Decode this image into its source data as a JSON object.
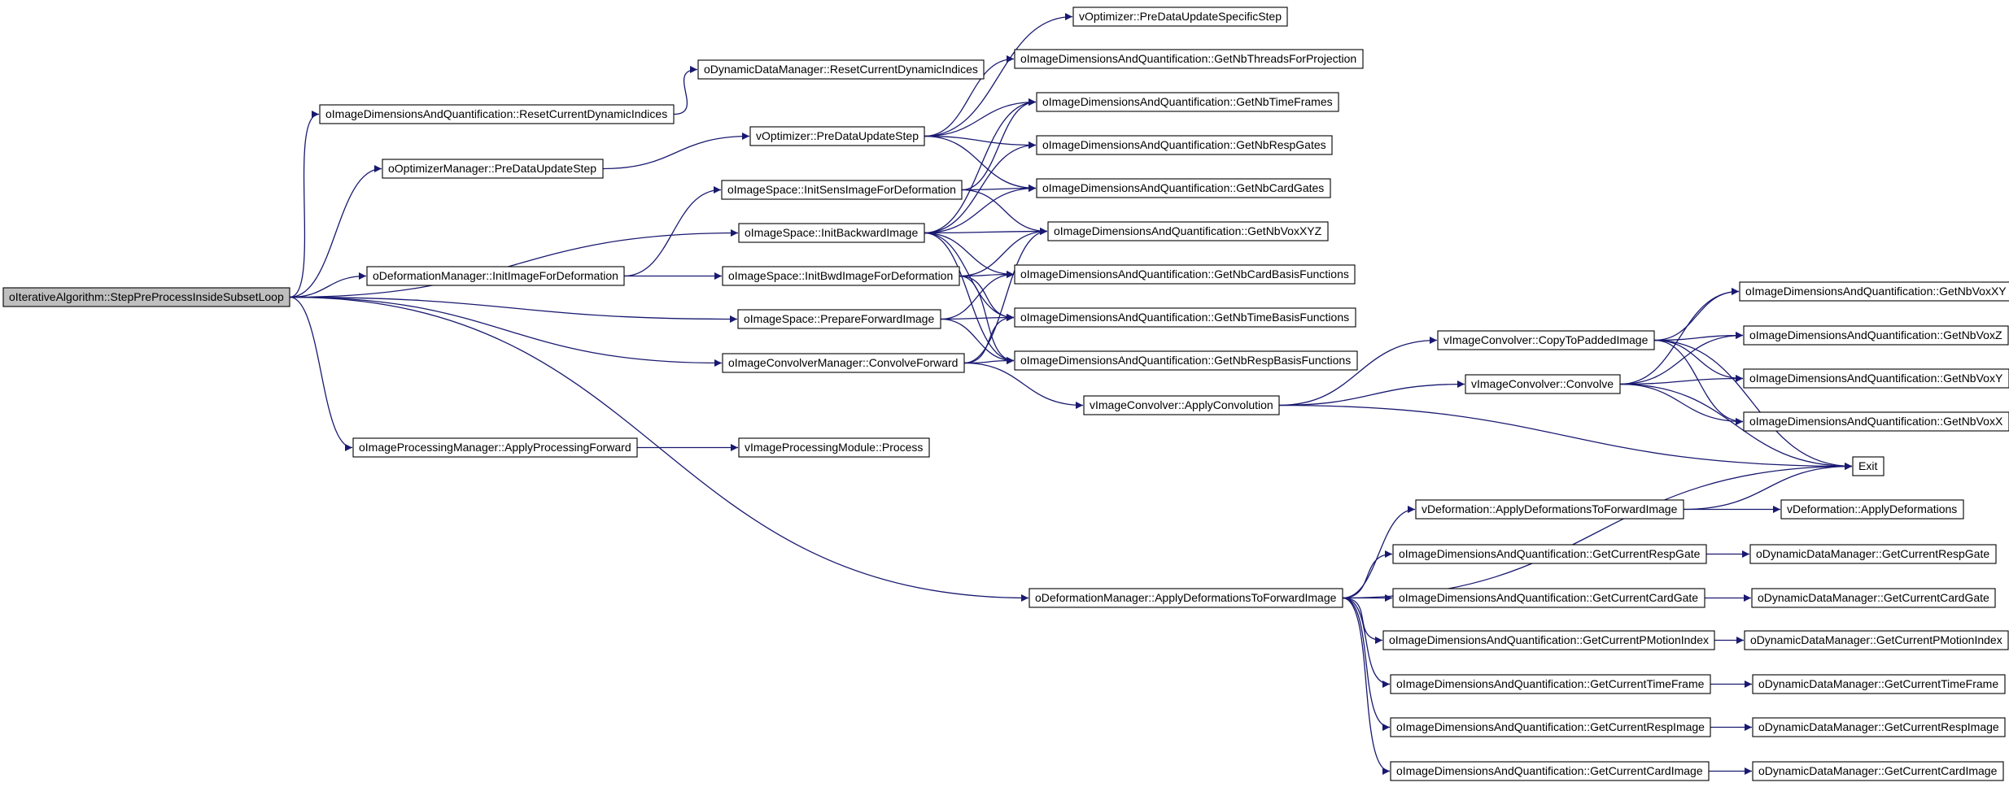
{
  "colors": {
    "edge": "#191970",
    "root_fill": "#bfbfbf",
    "node_fill": "#ffffff",
    "node_stroke": "#000000"
  },
  "nodes": [
    {
      "id": "root",
      "label": "oIterativeAlgorithm::StepPreProcessInsideSubsetLoop",
      "root": true
    },
    {
      "id": "rcdi",
      "label": "oImageDimensionsAndQuantification::ResetCurrentDynamicIndices"
    },
    {
      "id": "ddm_rc",
      "label": "oDynamicDataManager::ResetCurrentDynamicIndices"
    },
    {
      "id": "om_pre",
      "label": "oOptimizerManager::PreDataUpdateStep"
    },
    {
      "id": "vo_pre",
      "label": "vOptimizer::PreDataUpdateStep"
    },
    {
      "id": "vo_spec",
      "label": "vOptimizer::PreDataUpdateSpecificStep"
    },
    {
      "id": "is_sens",
      "label": "oImageSpace::InitSensImageForDeformation"
    },
    {
      "id": "is_back",
      "label": "oImageSpace::InitBackwardImage"
    },
    {
      "id": "dm_init",
      "label": "oDeformationManager::InitImageForDeformation"
    },
    {
      "id": "is_bwd",
      "label": "oImageSpace::InitBwdImageForDeformation"
    },
    {
      "id": "is_pfi",
      "label": "oImageSpace::PrepareForwardImage"
    },
    {
      "id": "icm_cf",
      "label": "oImageConvolverManager::ConvolveForward"
    },
    {
      "id": "ipm_apf",
      "label": "oImageProcessingManager::ApplyProcessingForward"
    },
    {
      "id": "vipm",
      "label": "vImageProcessingModule::Process"
    },
    {
      "id": "g_thr",
      "label": "oImageDimensionsAndQuantification::GetNbThreadsForProjection"
    },
    {
      "id": "g_tf",
      "label": "oImageDimensionsAndQuantification::GetNbTimeFrames"
    },
    {
      "id": "g_rg",
      "label": "oImageDimensionsAndQuantification::GetNbRespGates"
    },
    {
      "id": "g_cg",
      "label": "oImageDimensionsAndQuantification::GetNbCardGates"
    },
    {
      "id": "g_xyz",
      "label": "oImageDimensionsAndQuantification::GetNbVoxXYZ"
    },
    {
      "id": "g_cbf",
      "label": "oImageDimensionsAndQuantification::GetNbCardBasisFunctions"
    },
    {
      "id": "g_tbf",
      "label": "oImageDimensionsAndQuantification::GetNbTimeBasisFunctions"
    },
    {
      "id": "g_rbf",
      "label": "oImageDimensionsAndQuantification::GetNbRespBasisFunctions"
    },
    {
      "id": "vic_ac",
      "label": "vImageConvolver::ApplyConvolution"
    },
    {
      "id": "vic_cp",
      "label": "vImageConvolver::CopyToPaddedImage"
    },
    {
      "id": "vic_cv",
      "label": "vImageConvolver::Convolve"
    },
    {
      "id": "g_vxy",
      "label": "oImageDimensionsAndQuantification::GetNbVoxXY"
    },
    {
      "id": "g_vz",
      "label": "oImageDimensionsAndQuantification::GetNbVoxZ"
    },
    {
      "id": "g_vy",
      "label": "oImageDimensionsAndQuantification::GetNbVoxY"
    },
    {
      "id": "g_vx",
      "label": "oImageDimensionsAndQuantification::GetNbVoxX"
    },
    {
      "id": "exit",
      "label": "Exit"
    },
    {
      "id": "dm_adf",
      "label": "oDeformationManager::ApplyDeformationsToForwardImage"
    },
    {
      "id": "vd_adf",
      "label": "vDeformation::ApplyDeformationsToForwardImage"
    },
    {
      "id": "vd_ad",
      "label": "vDeformation::ApplyDeformations"
    },
    {
      "id": "c_rg",
      "label": "oImageDimensionsAndQuantification::GetCurrentRespGate"
    },
    {
      "id": "d_rg",
      "label": "oDynamicDataManager::GetCurrentRespGate"
    },
    {
      "id": "c_cg",
      "label": "oImageDimensionsAndQuantification::GetCurrentCardGate"
    },
    {
      "id": "d_cg",
      "label": "oDynamicDataManager::GetCurrentCardGate"
    },
    {
      "id": "c_pm",
      "label": "oImageDimensionsAndQuantification::GetCurrentPMotionIndex"
    },
    {
      "id": "d_pm",
      "label": "oDynamicDataManager::GetCurrentPMotionIndex"
    },
    {
      "id": "c_tf",
      "label": "oImageDimensionsAndQuantification::GetCurrentTimeFrame"
    },
    {
      "id": "d_tf",
      "label": "oDynamicDataManager::GetCurrentTimeFrame"
    },
    {
      "id": "c_ri",
      "label": "oImageDimensionsAndQuantification::GetCurrentRespImage"
    },
    {
      "id": "d_ri",
      "label": "oDynamicDataManager::GetCurrentRespImage"
    },
    {
      "id": "c_ci",
      "label": "oImageDimensionsAndQuantification::GetCurrentCardImage"
    },
    {
      "id": "d_ci",
      "label": "oDynamicDataManager::GetCurrentCardImage"
    }
  ],
  "edges": [
    [
      "root",
      "rcdi"
    ],
    [
      "root",
      "om_pre"
    ],
    [
      "root",
      "is_back"
    ],
    [
      "root",
      "dm_init"
    ],
    [
      "root",
      "is_pfi"
    ],
    [
      "root",
      "icm_cf"
    ],
    [
      "root",
      "ipm_apf"
    ],
    [
      "root",
      "dm_adf"
    ],
    [
      "rcdi",
      "ddm_rc"
    ],
    [
      "om_pre",
      "vo_pre"
    ],
    [
      "vo_pre",
      "vo_spec"
    ],
    [
      "vo_pre",
      "g_thr"
    ],
    [
      "vo_pre",
      "g_tf"
    ],
    [
      "vo_pre",
      "g_rg"
    ],
    [
      "vo_pre",
      "g_cg"
    ],
    [
      "dm_init",
      "is_sens"
    ],
    [
      "dm_init",
      "is_bwd"
    ],
    [
      "is_sens",
      "g_tf"
    ],
    [
      "is_sens",
      "g_cg"
    ],
    [
      "is_sens",
      "g_xyz"
    ],
    [
      "is_back",
      "g_tf"
    ],
    [
      "is_back",
      "g_rg"
    ],
    [
      "is_back",
      "g_cg"
    ],
    [
      "is_back",
      "g_xyz"
    ],
    [
      "is_back",
      "g_cbf"
    ],
    [
      "is_back",
      "g_tbf"
    ],
    [
      "is_back",
      "g_rbf"
    ],
    [
      "is_bwd",
      "g_xyz"
    ],
    [
      "is_bwd",
      "g_cbf"
    ],
    [
      "is_bwd",
      "g_tbf"
    ],
    [
      "is_bwd",
      "g_rbf"
    ],
    [
      "is_pfi",
      "g_cbf"
    ],
    [
      "is_pfi",
      "g_tbf"
    ],
    [
      "is_pfi",
      "g_rbf"
    ],
    [
      "icm_cf",
      "g_xyz"
    ],
    [
      "icm_cf",
      "g_tbf"
    ],
    [
      "icm_cf",
      "g_rbf"
    ],
    [
      "icm_cf",
      "vic_ac"
    ],
    [
      "ipm_apf",
      "vipm"
    ],
    [
      "vic_ac",
      "vic_cp"
    ],
    [
      "vic_ac",
      "vic_cv"
    ],
    [
      "vic_ac",
      "exit"
    ],
    [
      "vic_cp",
      "g_vxy"
    ],
    [
      "vic_cp",
      "g_vz"
    ],
    [
      "vic_cp",
      "g_vy"
    ],
    [
      "vic_cp",
      "g_vx"
    ],
    [
      "vic_cp",
      "exit"
    ],
    [
      "vic_cv",
      "g_vxy"
    ],
    [
      "vic_cv",
      "g_vz"
    ],
    [
      "vic_cv",
      "g_vy"
    ],
    [
      "vic_cv",
      "g_vx"
    ],
    [
      "vic_cv",
      "exit"
    ],
    [
      "dm_adf",
      "exit"
    ],
    [
      "dm_adf",
      "vd_adf"
    ],
    [
      "dm_adf",
      "c_rg"
    ],
    [
      "dm_adf",
      "c_cg"
    ],
    [
      "dm_adf",
      "c_pm"
    ],
    [
      "dm_adf",
      "c_tf"
    ],
    [
      "dm_adf",
      "c_ri"
    ],
    [
      "dm_adf",
      "c_ci"
    ],
    [
      "vd_adf",
      "exit"
    ],
    [
      "vd_adf",
      "vd_ad"
    ],
    [
      "c_rg",
      "d_rg"
    ],
    [
      "c_cg",
      "d_cg"
    ],
    [
      "c_pm",
      "d_pm"
    ],
    [
      "c_tf",
      "d_tf"
    ],
    [
      "c_ri",
      "d_ri"
    ],
    [
      "c_ci",
      "d_ci"
    ]
  ]
}
